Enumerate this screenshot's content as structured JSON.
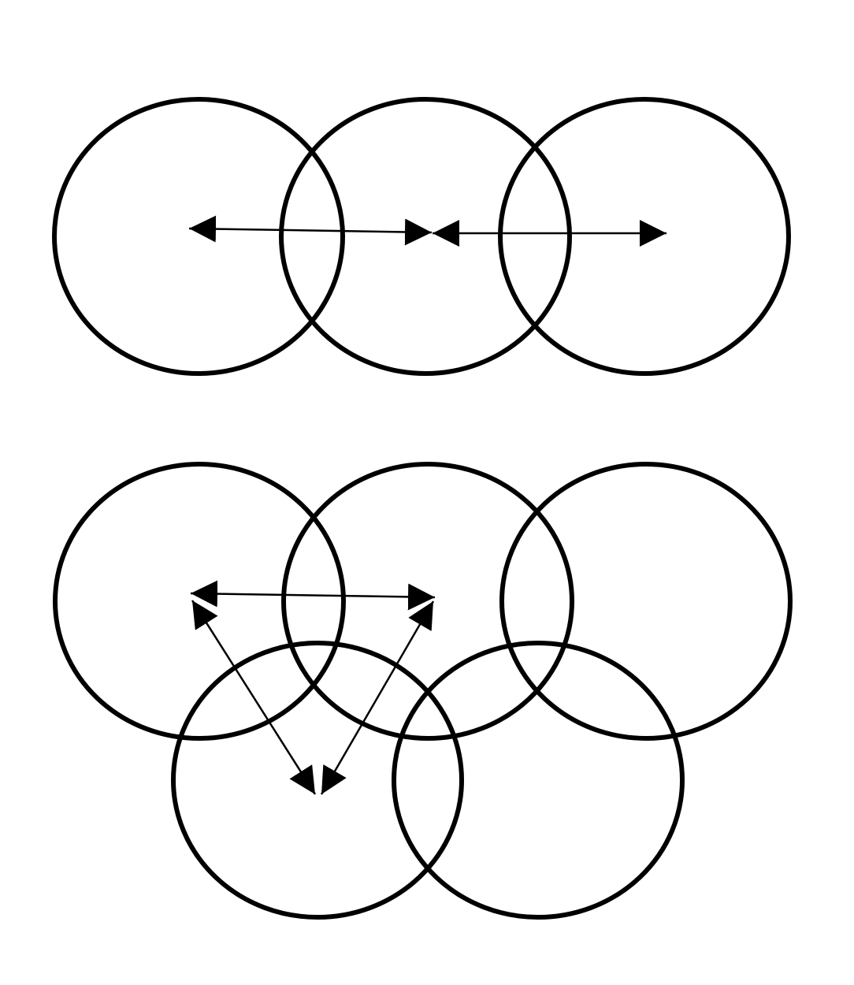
{
  "diagram": {
    "background_color": "#ffffff",
    "stroke_color": "#000000",
    "groups": [
      {
        "name": "top-row",
        "circles": [
          "circle-a",
          "circle-b",
          "circle-c"
        ],
        "connections": [
          {
            "from": "circle-a",
            "to": "circle-b",
            "style": "double-arrow"
          },
          {
            "from": "circle-b",
            "to": "circle-c",
            "style": "double-arrow"
          }
        ]
      },
      {
        "name": "bottom-rings",
        "circles": [
          "ring-1",
          "ring-2",
          "ring-3",
          "ring-4",
          "ring-5"
        ],
        "connections": [
          {
            "from": "ring-1",
            "to": "ring-2",
            "style": "double-arrow"
          },
          {
            "from": "ring-1",
            "to": "ring-4",
            "style": "double-arrow"
          },
          {
            "from": "ring-2",
            "to": "ring-4",
            "style": "double-arrow"
          }
        ]
      }
    ]
  }
}
